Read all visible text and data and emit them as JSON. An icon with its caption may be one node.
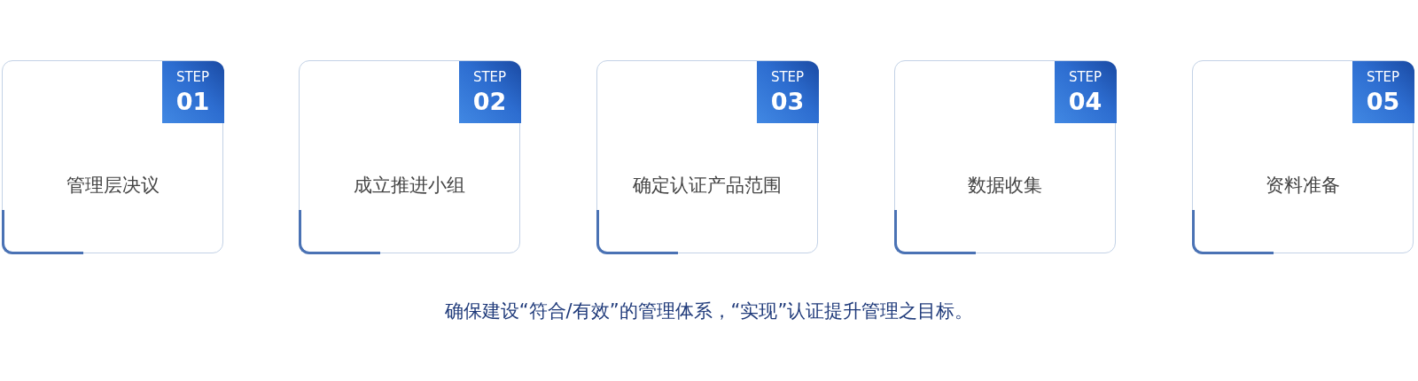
{
  "diagram": {
    "nodes": [
      {
        "text": [
          "管理层决议"
        ]
      },
      {
        "text": [
          "STEP",
          "01"
        ],
        "in": 0
      },
      {
        "text": [
          "成立推进小组"
        ]
      },
      {
        "text": [
          "STEP",
          "02"
        ],
        "in": 2
      },
      {
        "text": [
          "确定认证产品范围"
        ]
      },
      {
        "text": [
          "STEP",
          "03"
        ],
        "in": 4
      },
      {
        "text": [
          "数据收集"
        ]
      },
      {
        "text": [
          "STEP",
          "04"
        ],
        "in": 6
      },
      {
        "text": [
          "资料准备"
        ]
      },
      {
        "text": [
          "STEP",
          "05"
        ],
        "in": 8
      }
    ],
    "labels": [
      "确保建设“符合/有效”的管理体系，“实现”认证提升管理之目标。"
    ]
  }
}
